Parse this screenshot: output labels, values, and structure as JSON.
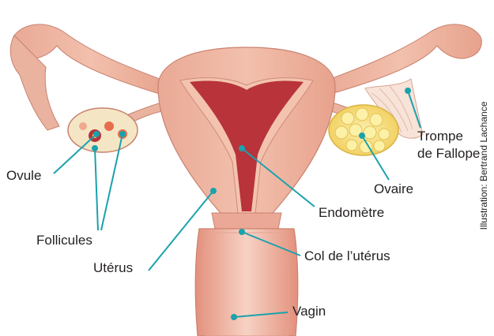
{
  "labels": {
    "ovule": "Ovule",
    "follicules": "Follicules",
    "uterus": "Utérus",
    "vagin": "Vagin",
    "col": "Col de l’utérus",
    "endometre": "Endomètre",
    "ovaire": "Ovaire",
    "trompe_line1": "Trompe",
    "trompe_line2": "de Fallope"
  },
  "credit": "Illustration: Bertrand Lachance",
  "colors": {
    "leader_line": "#1aa2ad",
    "tissue": "#e8a592",
    "tissue_light": "#f4c6b3",
    "endometrium": "#b8333a",
    "ovary": "#f6e27a",
    "text": "#231f20"
  }
}
